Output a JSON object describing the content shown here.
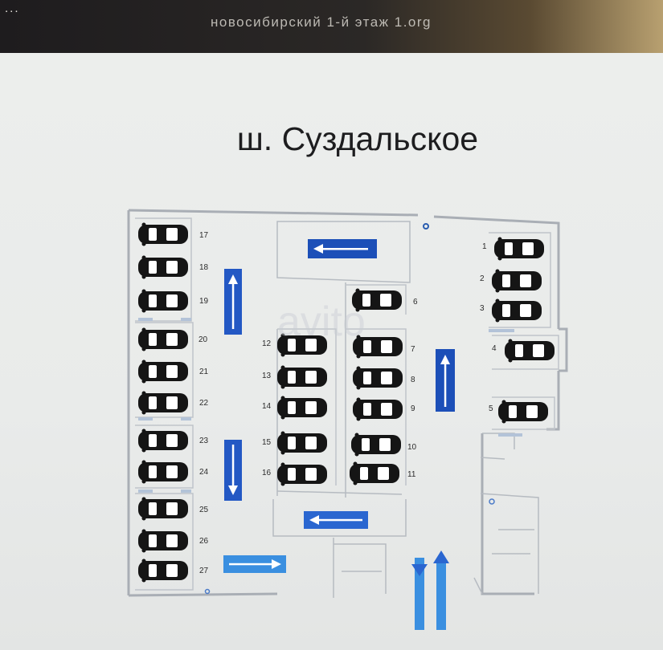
{
  "screen": {
    "dots": "...",
    "filename": "новосибирский 1-й этаж 1.org"
  },
  "plan": {
    "title": "ш. Суздальское",
    "watermark": "avito",
    "colors": {
      "arrow_dark": "#1c4fb8",
      "arrow_light": "#3a8fe0",
      "wall": "#a9aeb5",
      "car": "#1a1a1a"
    },
    "spots": [
      {
        "number": "1"
      },
      {
        "number": "2"
      },
      {
        "number": "3"
      },
      {
        "number": "4"
      },
      {
        "number": "5"
      },
      {
        "number": "6"
      },
      {
        "number": "7"
      },
      {
        "number": "8"
      },
      {
        "number": "9"
      },
      {
        "number": "10"
      },
      {
        "number": "11"
      },
      {
        "number": "12"
      },
      {
        "number": "13"
      },
      {
        "number": "14"
      },
      {
        "number": "15"
      },
      {
        "number": "16"
      },
      {
        "number": "17"
      },
      {
        "number": "18"
      },
      {
        "number": "19"
      },
      {
        "number": "20"
      },
      {
        "number": "21"
      },
      {
        "number": "22"
      },
      {
        "number": "23"
      },
      {
        "number": "24"
      },
      {
        "number": "25"
      },
      {
        "number": "26"
      },
      {
        "number": "27"
      }
    ]
  }
}
